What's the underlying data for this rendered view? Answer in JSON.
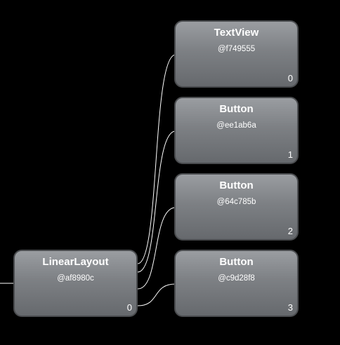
{
  "colors": {
    "background": "#000000",
    "node_border": "#4a4c4f",
    "node_gradient_top": "#9a9da1",
    "node_gradient_bottom": "#66696d",
    "wire": "#ffffff",
    "text": "#ffffff"
  },
  "root": {
    "title": "LinearLayout",
    "id": "@af8980c",
    "index": "0"
  },
  "children": [
    {
      "title": "TextView",
      "id": "@f749555",
      "index": "0"
    },
    {
      "title": "Button",
      "id": "@ee1ab6a",
      "index": "1"
    },
    {
      "title": "Button",
      "id": "@64c785b",
      "index": "2"
    },
    {
      "title": "Button",
      "id": "@c9d28f8",
      "index": "3"
    }
  ]
}
